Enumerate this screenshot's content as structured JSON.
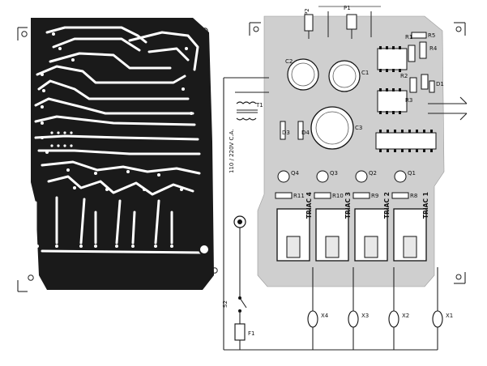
{
  "figure": {
    "pcb_pattern": {
      "registration": [
        "corner-mark",
        "corner-mark",
        "corner-mark",
        "corner-mark"
      ]
    },
    "component_layout": {
      "labels": {
        "p2": "P2",
        "p1": "P1",
        "r1": "R1",
        "r2": "R2",
        "r3": "R3",
        "r4": "R4",
        "r5": "R5",
        "d1": "D1",
        "c1": "C1",
        "c2": "C2",
        "c3": "C3",
        "d3": "D3",
        "d4": "D4",
        "t1": "T1",
        "x1": "X1",
        "x2": "X2",
        "x3": "X3",
        "x4": "X4",
        "s2": "S2",
        "f1": "F1",
        "mains": "110 / 220V C.A.",
        "triac1": "TRIAC 1",
        "triac2": "TRIAC 2",
        "triac3": "TRIAC 3",
        "triac4": "TRIAC 4",
        "r8": "R8",
        "r9": "R9",
        "r10": "R10",
        "r11": "R11",
        "q1": "Q1",
        "q2": "Q2",
        "q3": "Q3",
        "q4": "Q4"
      }
    }
  },
  "colors": {
    "copper": "#1a1a1a",
    "board": "#cfcfcf",
    "paper": "#ffffff",
    "ink": "#111111"
  }
}
